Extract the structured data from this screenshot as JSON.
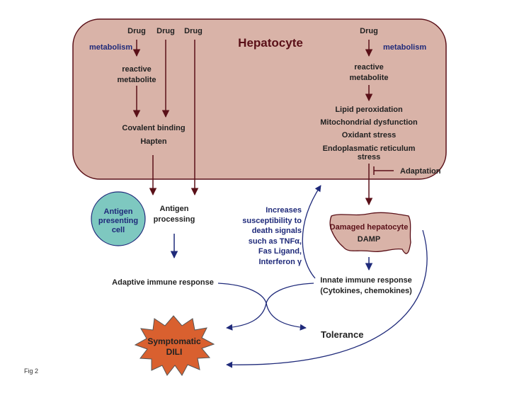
{
  "figure_label": "Fig 2",
  "hepatocyte": {
    "title": "Hepatocyte",
    "left_pathway": {
      "drugs": [
        "Drug",
        "Drug",
        "Drug"
      ],
      "metabolism": "metabolism",
      "reactive_metabolite": [
        "reactive",
        "metabolite"
      ],
      "covalent_binding": "Covalent binding",
      "hapten": "Hapten"
    },
    "right_pathway": {
      "drug": "Drug",
      "metabolism": "metabolism",
      "reactive_metabolite": [
        "reactive",
        "metabolite"
      ],
      "effects": [
        "Lipid peroxidation",
        "Mitochondrial dysfunction",
        "Oxidant stress",
        "Endoplasmatic reticulum",
        "stress"
      ]
    }
  },
  "adaptation": "Adaptation",
  "antigen_presenting_cell": [
    "Antigen",
    "presenting",
    "cell"
  ],
  "antigen_processing": [
    "Antigen",
    "processing"
  ],
  "adaptive_immune_response": "Adaptive immune response",
  "susceptibility_note": [
    "Increases",
    "susceptibility to",
    "death signals",
    "such as TNFα,",
    "Fas Ligand,",
    "Interferon γ"
  ],
  "damaged_hepatocyte": {
    "label": "Damaged hepatocyte",
    "damp": "DAMP"
  },
  "innate_immune_response": [
    "Innate immune response",
    "(Cytokines, chemokines)"
  ],
  "tolerance": "Tolerance",
  "symptomatic_dili": [
    "Symptomatic",
    "DILI"
  ],
  "colors": {
    "hepatocyte_fill": "#d9b3a8",
    "hepatocyte_stroke": "#5a1018",
    "arrow_dark": "#5a1018",
    "arrow_blue": "#1f2a7a",
    "apc_fill": "#7ec8c0",
    "dili_fill": "#d9602f"
  }
}
